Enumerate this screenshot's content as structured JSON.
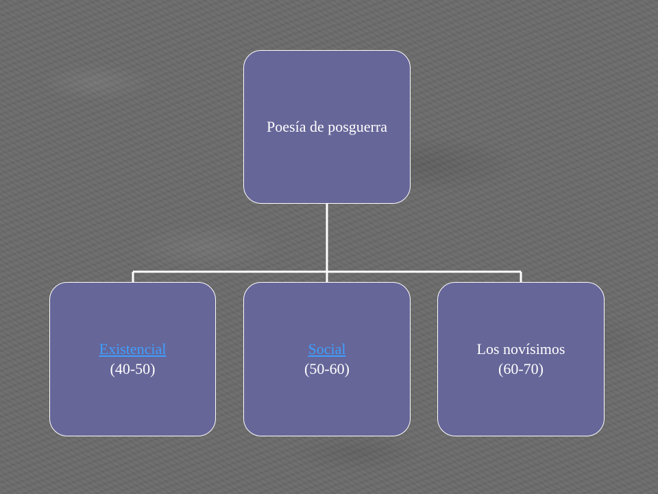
{
  "diagram": {
    "root": {
      "label": "Poesía de posguerra"
    },
    "children": [
      {
        "label": "Existencial",
        "years": "(40-50)",
        "is_link": true
      },
      {
        "label": "Social",
        "years": "(50-60)",
        "is_link": true
      },
      {
        "label": "Los novísimos",
        "years": "(60-70)",
        "is_link": false
      }
    ]
  },
  "colors": {
    "node_fill": "#666699",
    "node_border": "#ffffff",
    "link_text": "#3fa0ff",
    "connector": "#ffffff",
    "background": "#6b6b6b"
  }
}
